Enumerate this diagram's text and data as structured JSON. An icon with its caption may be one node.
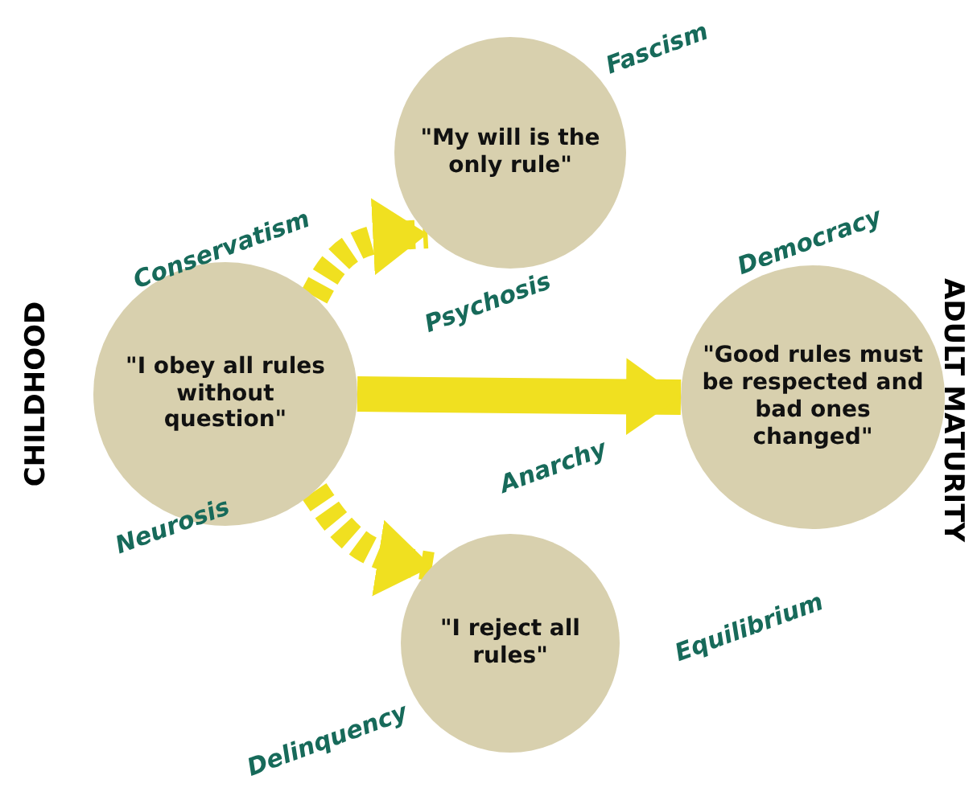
{
  "diagram": {
    "nodes": [
      {
        "text": [
          "\"I obey all rules without question\""
        ],
        "beside": [
          "Conservatism",
          "Neurosis"
        ]
      },
      {
        "text": [
          "\"My will is the only rule\""
        ],
        "beside": [
          "Fascism",
          "Psychosis"
        ]
      },
      {
        "text": [
          "\"Good rules must be respected and bad ones changed\""
        ],
        "beside": [
          "Democracy",
          "Equilibrium"
        ]
      },
      {
        "text": [
          "\"I reject all rules\""
        ],
        "beside": [
          "Anarchy",
          "Delinquency"
        ]
      }
    ],
    "edges": [
      {
        "from": 0,
        "to": 1,
        "arrow": "to",
        "style": "dashed"
      },
      {
        "from": 0,
        "to": 2,
        "arrow": "to"
      },
      {
        "from": 0,
        "to": 3,
        "arrow": "to",
        "style": "dashed"
      }
    ],
    "labels": [
      "CHILDHOOD",
      "ADULT MATURITY"
    ]
  }
}
